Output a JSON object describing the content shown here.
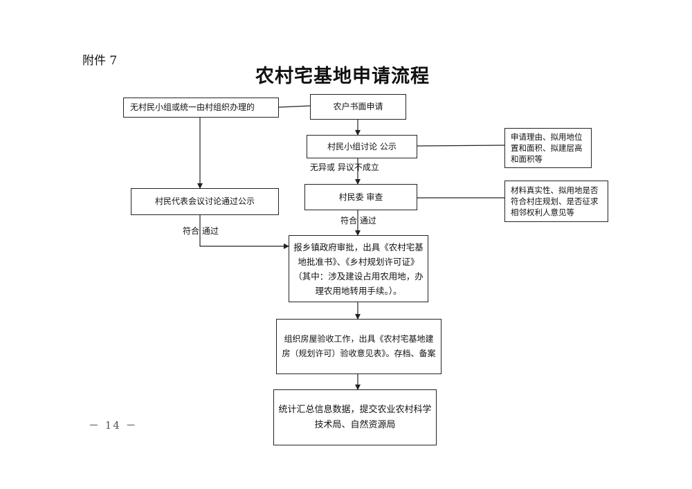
{
  "page": {
    "annex": "附件 7",
    "title": "农村宅基地申请流程",
    "page_number": "－ 14 －"
  },
  "flow": {
    "no_group": "无村民小组或统一由村组织办理的",
    "apply": "农户书面申请",
    "group_discuss": "村民小组讨论  公示",
    "rep_meeting": "村民代表会议讨论通过公示",
    "committee": "村民委  审查",
    "township": "报乡镇政府审批，出具《农村宅基地批准书》、《乡村规划许可证》（其中：涉及建设占用农用地，办理农用地转用手续。）。",
    "acceptance": "组织房屋验收工作，出具《农村宅基地建房（规划许可）验收意见表》。存档、备案",
    "stats": "统计汇总信息数据，提交农业农村科学技术局、自然资源局"
  },
  "notes": {
    "group_note": "申请理由、拟用地位置和面积、拟建层高和面积等",
    "committee_note": "材料真实性、拟用地是否符合村庄规划、是否征求相邻权利人意见等"
  },
  "labels": {
    "no_objection": "无异或   异议不成立",
    "pass_left": "符合  通过",
    "pass_right": "符合  通过"
  }
}
